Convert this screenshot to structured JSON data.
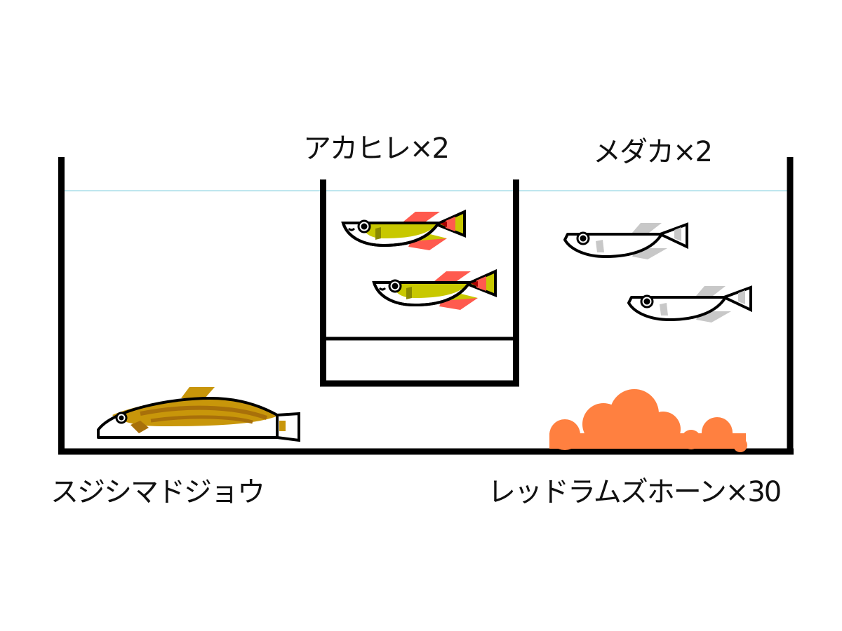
{
  "labels": {
    "akahire": "アカヒレ×2",
    "medaka": "メダカ×2",
    "loach": "スジシマドジョウ",
    "hornwort": "レッドラムズホーン×30"
  },
  "colors": {
    "outline": "#000000",
    "water_line": "#a8dde8",
    "akahire_body": "#c8c800",
    "akahire_fin": "#ff5a4e",
    "akahire_gill": "#8a8a00",
    "medaka_fin": "#c8c8c8",
    "loach_body": "#c8960a",
    "loach_stripe": "#a8700a",
    "snails": "#ff8040"
  }
}
